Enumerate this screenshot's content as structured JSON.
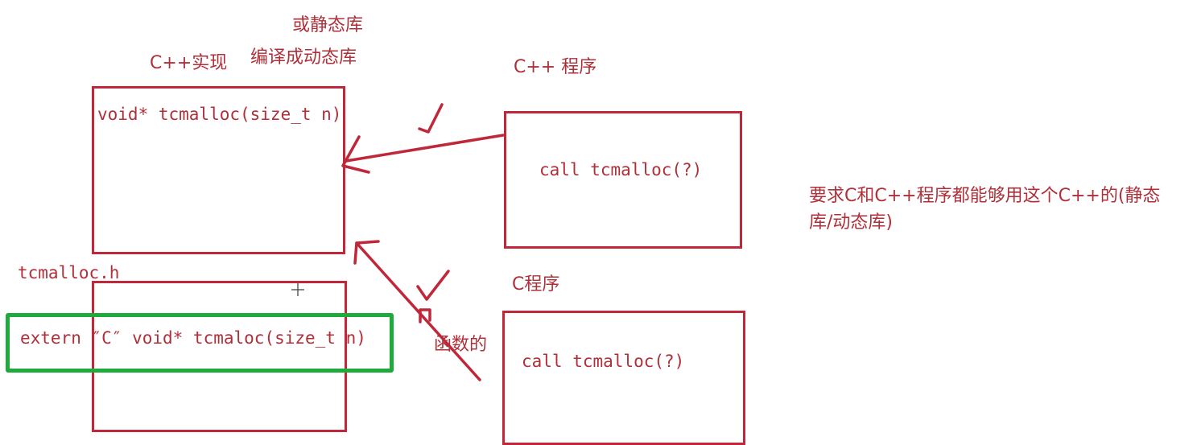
{
  "labels": {
    "static_lib": "或静态库",
    "compile_dynamic": "编译成动态库",
    "cpp_impl": "C++实现",
    "cpp_program": "C++ 程序",
    "c_program": "C程序",
    "header_file": "tcmalloc.h",
    "func_fragment": "函数的",
    "requirement_line1": "要求C和C++程序都能够用这个C++的(静态",
    "requirement_line2": "库/动态库)"
  },
  "code": {
    "impl_signature": "void* tcmalloc(size_t n)",
    "extern_decl": "extern ″C″ void* tcmaloc(size_t n)",
    "cpp_call": "call tcmalloc(?)",
    "c_call": "call tcmalloc(?)"
  },
  "colors": {
    "ink": "#c0283a",
    "highlight": "#1faa3c",
    "background": "#ffffff"
  }
}
